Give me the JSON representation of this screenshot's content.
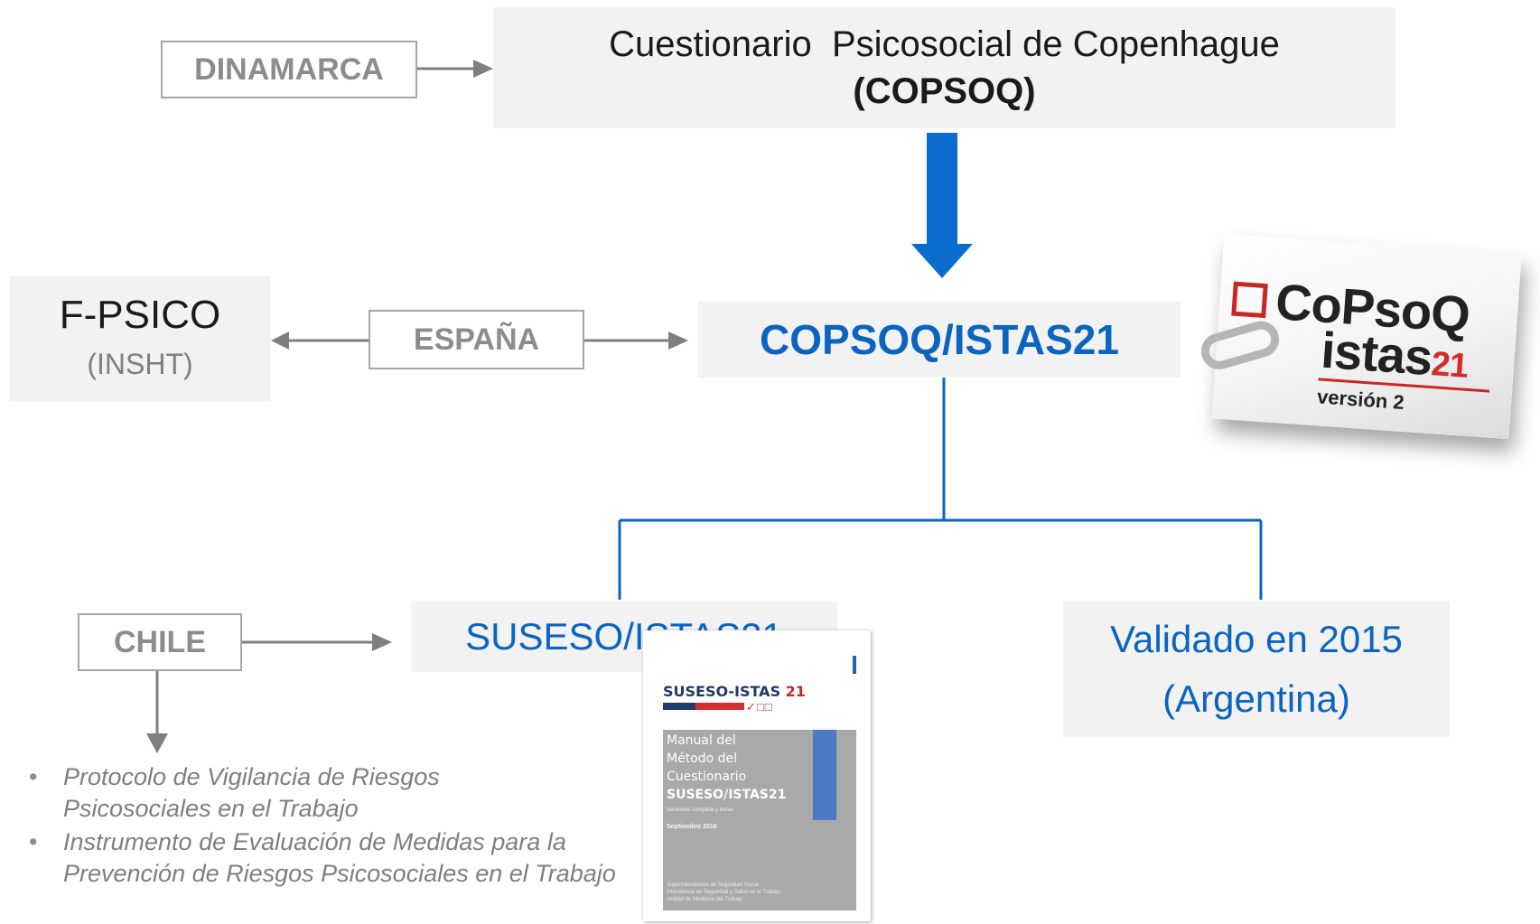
{
  "nodes": {
    "copsoq_origin": {
      "line1": "Cuestionario  Psicosocial de Copenhague",
      "line2": "(COPSOQ)"
    },
    "copsoq_istas": {
      "label": "COPSOQ/ISTAS21"
    },
    "fpsico": {
      "title": "F-PSICO",
      "subtitle": "(INSHT)"
    },
    "suseso": {
      "label": "SUSESO/ISTAS21"
    },
    "validated": {
      "line1": "Validado en 2015",
      "line2": "(Argentina)"
    }
  },
  "tags": {
    "denmark": "DINAMARCA",
    "spain": "ESPAÑA",
    "chile": "CHILE"
  },
  "chile_documents": [
    "Protocolo de Vigilancia de Riesgos Psicosociales en el Trabajo",
    "Instrumento de Evaluación de Medidas para la Prevención de Riesgos Psicosociales en el Trabajo"
  ],
  "logo": {
    "line1": "CoPsoQ",
    "line2_main": "istas",
    "line2_sub": "21",
    "version": "versión 2"
  },
  "manual_cover": {
    "brand_main": "SUSESO-ISTAS ",
    "brand_num": "21",
    "title_lines": [
      "Manual del",
      "Método del",
      "Cuestionario"
    ],
    "title_bold": "SUSESO/ISTAS21",
    "subtitle": "Versiones completa y breve",
    "date": "Septiembre 2016",
    "org_lines": [
      "Superintendencia de Seguridad Social",
      "Intendencia de Seguridad y Salud en el Trabajo",
      "Unidad de Medicina del Trabajo"
    ]
  },
  "colors": {
    "accent_blue": "#0b64c0",
    "box_gray": "#f2f2f2",
    "tag_text": "#8c8c8c",
    "connector_gray": "#7f7f7f"
  }
}
